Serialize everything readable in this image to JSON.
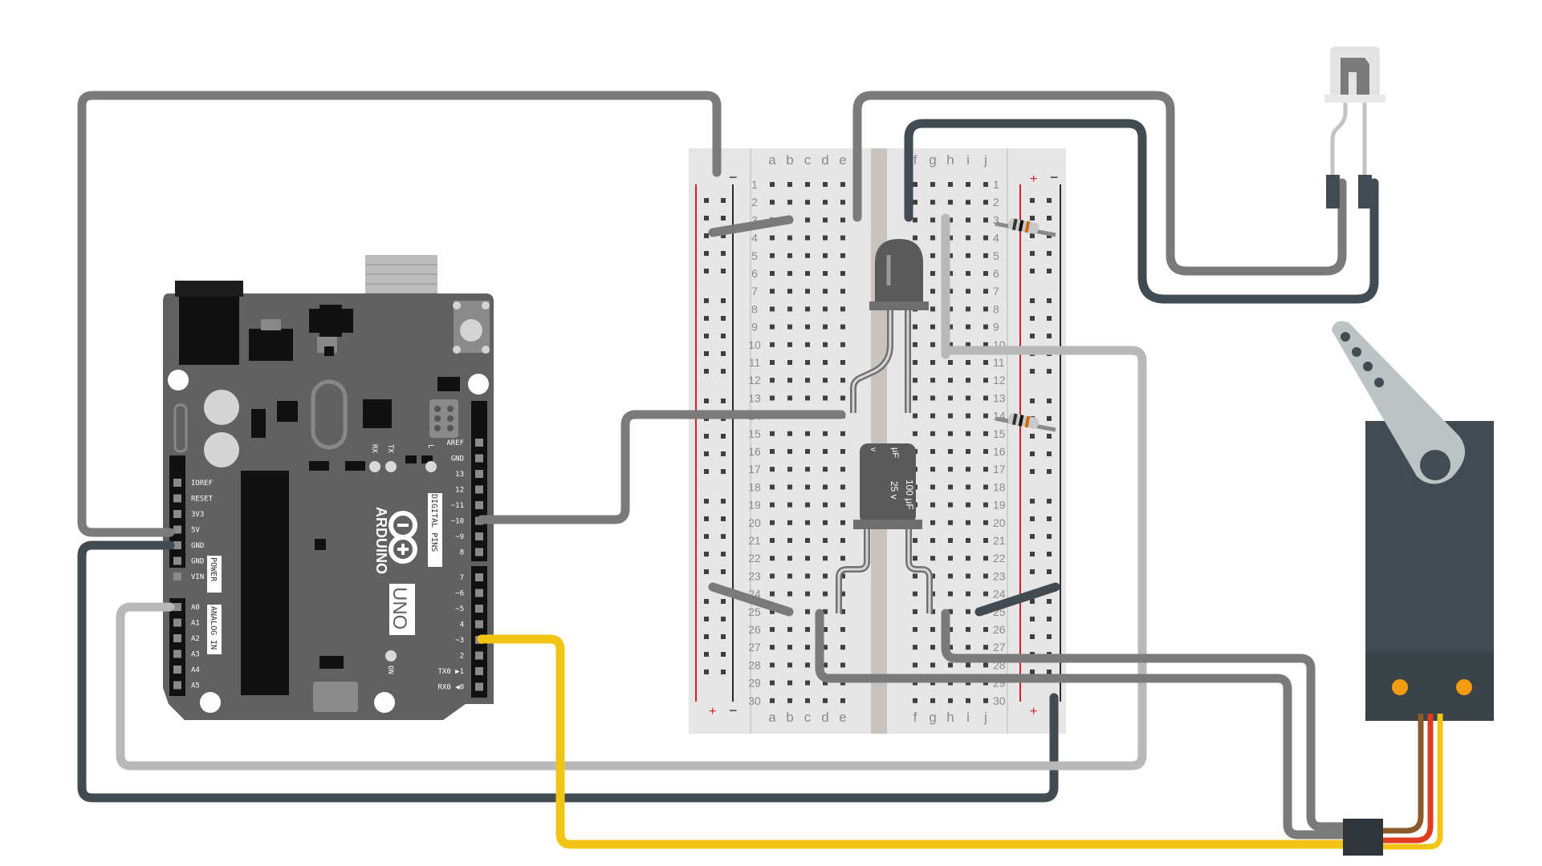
{
  "breadboard": {
    "columns_left": [
      "a",
      "b",
      "c",
      "d",
      "e"
    ],
    "columns_right": [
      "f",
      "g",
      "h",
      "i",
      "j"
    ],
    "row_count": 30,
    "rail_plus": "+",
    "rail_minus": "−"
  },
  "arduino": {
    "brand": "ARDUINO",
    "model": "UNO",
    "power_pins": [
      "IOREF",
      "RESET",
      "3V3",
      "5V",
      "GND",
      "GND",
      "VIN"
    ],
    "power_label": "POWER",
    "analog_pins": [
      "A0",
      "A1",
      "A2",
      "A3",
      "A4",
      "A5"
    ],
    "analog_label": "ANALOG IN",
    "digital_pins": [
      "AREF",
      "GND",
      "13",
      "12",
      "~11",
      "~10",
      "~9",
      "8",
      "7",
      "~6",
      "~5",
      "4",
      "~3",
      "2",
      "TX0 ▶1",
      "RX0 ◀0"
    ],
    "digital_label": "DIGITAL PINS",
    "led_labels": [
      "RX",
      "TX",
      "L",
      "ON"
    ]
  },
  "capacitor": {
    "capacitance": "100 μF",
    "voltage": "25 v",
    "unit_mark": "μF",
    "polarity_mark": "v"
  },
  "colors": {
    "wire_gray": "#7a7a7a",
    "wire_light": "#b8b8b8",
    "wire_dark": "#414b51",
    "wire_yellow": "#f2c414",
    "board_pcb": "#616161",
    "rail_red": "#d0202a",
    "servo_body": "#414b51",
    "servo_orange": "#f39c12"
  },
  "components": [
    "arduino-uno",
    "breadboard",
    "phototransistor",
    "capacitor",
    "resistor",
    "resistor",
    "light-sensor",
    "servo-motor"
  ]
}
